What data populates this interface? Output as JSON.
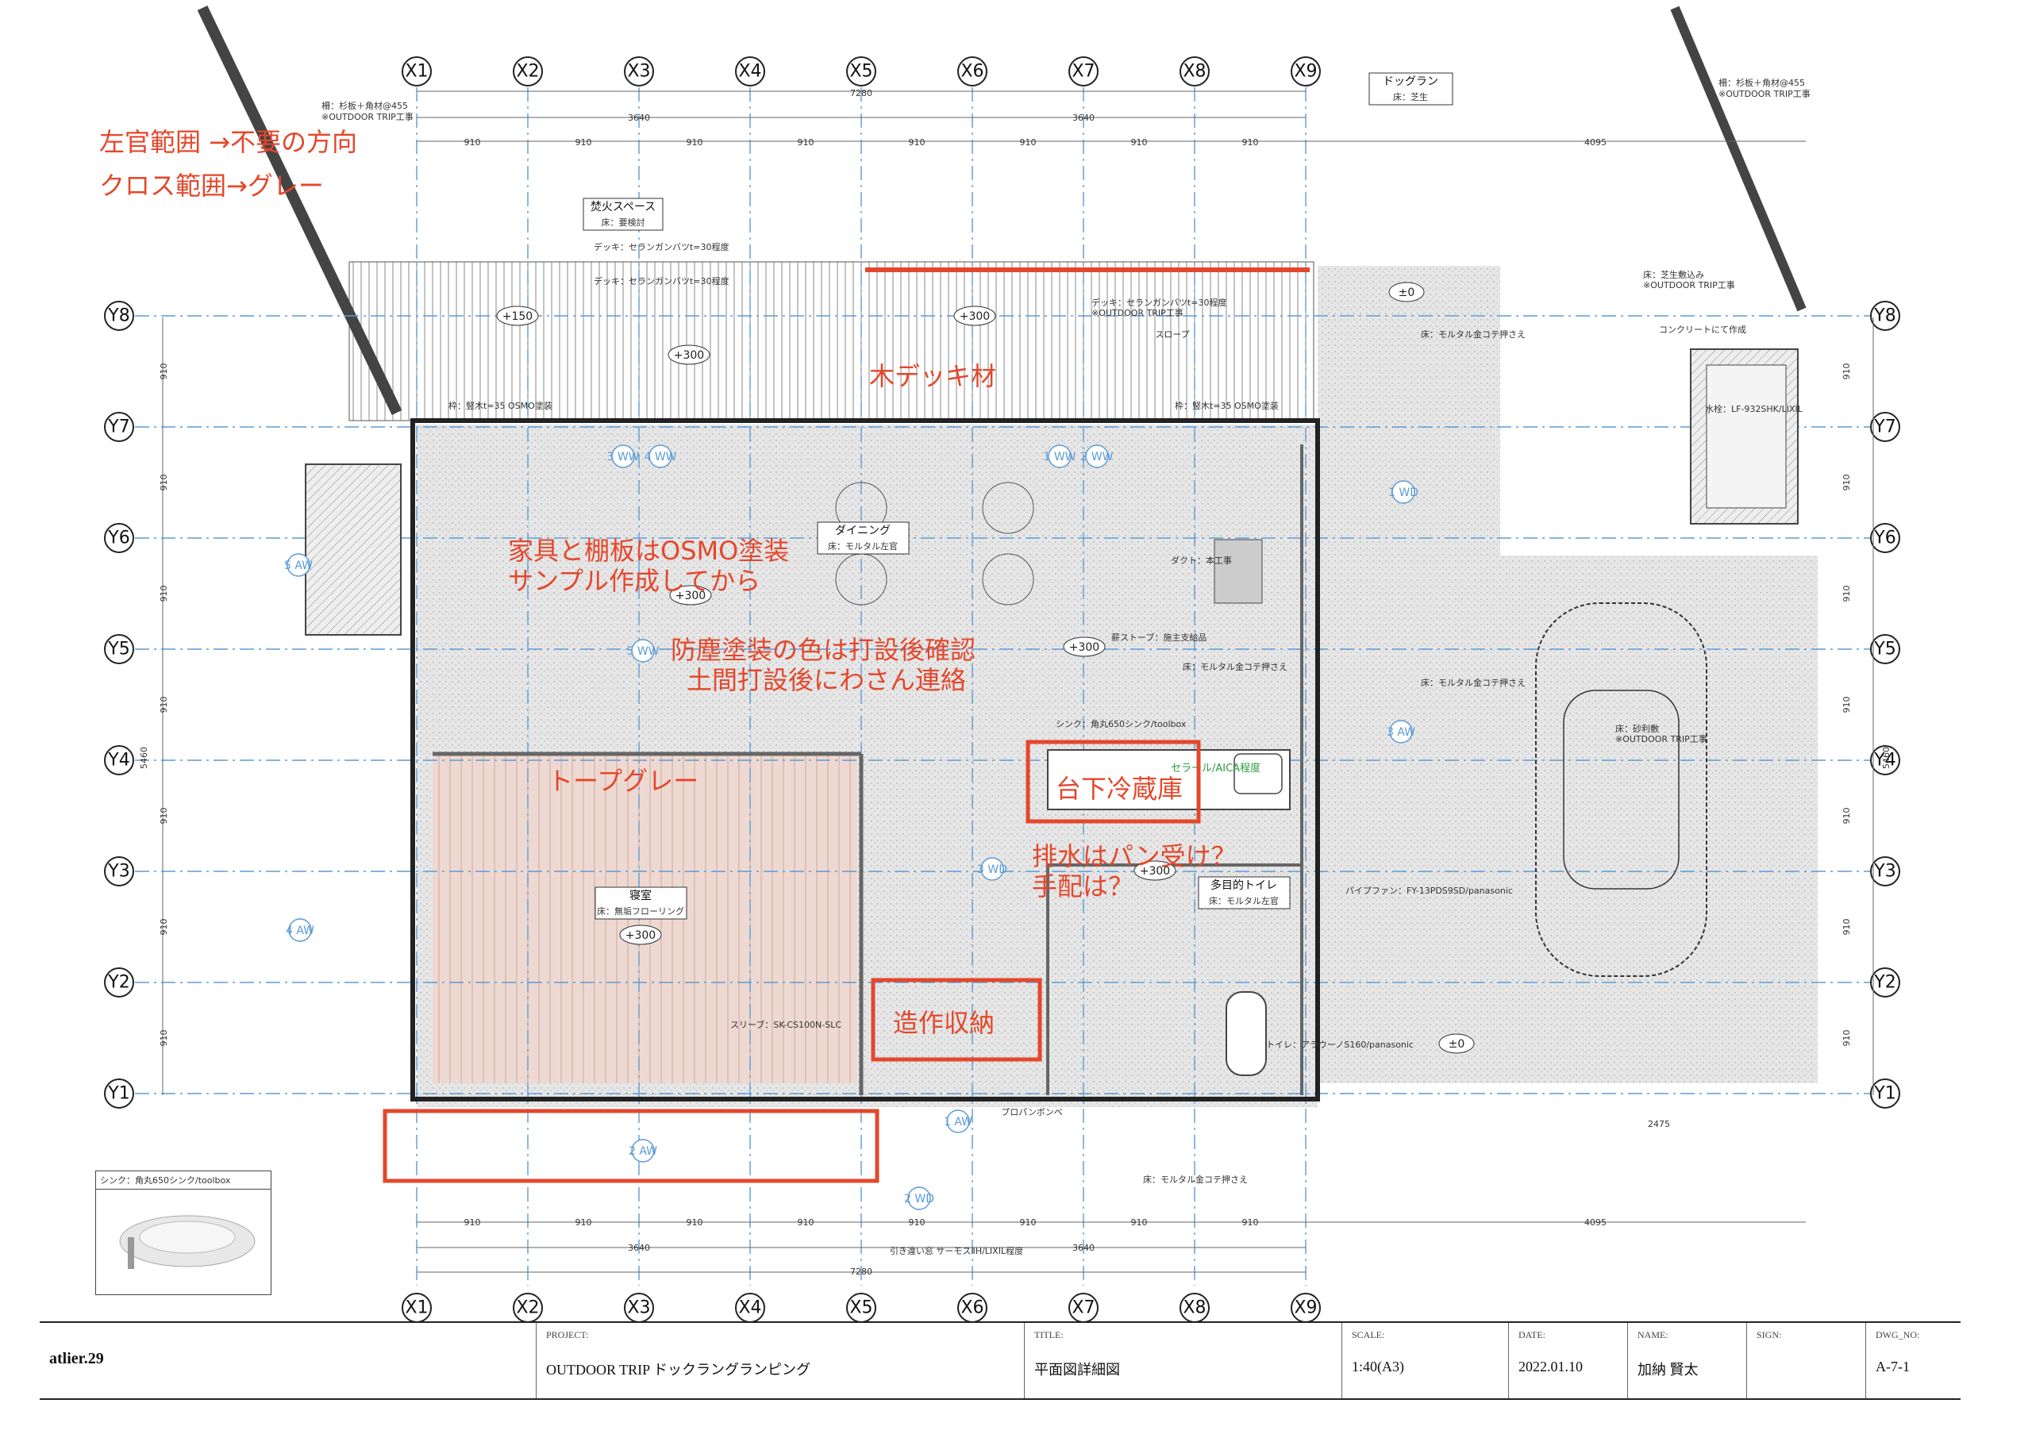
{
  "axes": {
    "x": [
      "X1",
      "X2",
      "X3",
      "X4",
      "X5",
      "X6",
      "X7",
      "X8",
      "X9"
    ],
    "y": [
      "Y8",
      "Y7",
      "Y6",
      "Y5",
      "Y4",
      "Y3",
      "Y2",
      "Y1"
    ]
  },
  "dimensions": {
    "overall_top": "7280",
    "half_left": "3640",
    "half_right": "3640",
    "bay": "910",
    "right_width": "4095",
    "right_bottom_total": "2475",
    "right_height": "5460",
    "y_bay": "910"
  },
  "rooms": {
    "dining": {
      "name": "ダイニング",
      "floor": "床：モルタル左官"
    },
    "bedroom": {
      "name": "寝室",
      "floor": "床：無垢フローリング"
    },
    "toilet": {
      "name": "多目的トイレ",
      "floor": "床：モルタル左官"
    },
    "bonfire": {
      "name": "焚火スペース",
      "floor": "床：要検討"
    },
    "dogrun": {
      "name": "ドッグラン",
      "floor": "床：芝生"
    }
  },
  "levels": {
    "l150": "+150",
    "l300": "+300",
    "zero": "±0"
  },
  "notes_red": {
    "plaster_direction": "左官範囲 →不要の方向",
    "cloth_gray": "クロス範囲→グレー",
    "wood_deck": "木デッキ材",
    "osmo_line1": "家具と棚板はOSMO塗装",
    "osmo_line2": "サンプル作成してから",
    "dust_line1": "防塵塗装の色は打設後確認",
    "dust_line2": "土間打設後にわさん連絡",
    "taupe": "トープグレー",
    "fridge": "台下冷蔵庫",
    "drain_line1": "排水はパン受け？",
    "drain_line2": "手配は？",
    "storage": "造作収納"
  },
  "notes_small": {
    "fence": "柵：杉板＋角材@455",
    "outdoor_work": "※OUTDOOR TRIP工事",
    "deck_note": "デッキ：セランガンバツt=30程度",
    "floor_mortar": "床：モルタル金コテ押さえ",
    "floor_grass": "床：芝生敷込み",
    "floor_gravel": "床：砂利敷",
    "sink": "シンク：角丸650シンク/toolbox",
    "frame_osmo": "枠：竪木t=35 OSMO塗装",
    "slope": "スロープ",
    "stove": "薪ストーブ：施主支給品",
    "duct": "ダクト：本工事",
    "sealer": "セラール/AICA程度",
    "pipe_fan": "パイプファン：FY-13PDS9SD/panasonic",
    "toilet_fixture": "トイレ：アラウーノS160/panasonic",
    "propane": "プロパンボンベ",
    "window_sash": "引き違い窓 サーモスⅡH/LIXIL程度",
    "floor_concrete": "コンクリートにて作成",
    "faucet": "水栓：LF-932SHK/LIXIL",
    "sleeve": "スリーブ：SK-CS100N-SLC"
  },
  "markers": [
    "1 AW",
    "2 AW",
    "3 AW",
    "4 AW",
    "5 AW",
    "1 WD",
    "2 WD",
    "3 WD",
    "1 WW",
    "2 WW",
    "3 WW",
    "4 WW",
    "5 WW"
  ],
  "inset": {
    "title": "シンク：角丸650シンク/toolbox"
  },
  "titleblock": {
    "brand": "atlier.29",
    "project_label": "PROJECT:",
    "project": "OUTDOOR TRIP ドックラングランピング",
    "title_label": "TITLE:",
    "title": "平面図詳細図",
    "scale_label": "SCALE:",
    "scale": "1:40(A3)",
    "date_label": "DATE:",
    "date": "2022.01.10",
    "name_label": "NAME:",
    "name": "加納 賢太",
    "sign_label": "SIGN:",
    "sign": "",
    "dwg_label": "DWG_NO:",
    "dwg": "A-7-1"
  },
  "colors": {
    "grid": "#5b9bd5",
    "annotation": "#e4472b",
    "bedroom_fill": "#eed9d2",
    "mortar_fill": "#e4e4e4"
  }
}
